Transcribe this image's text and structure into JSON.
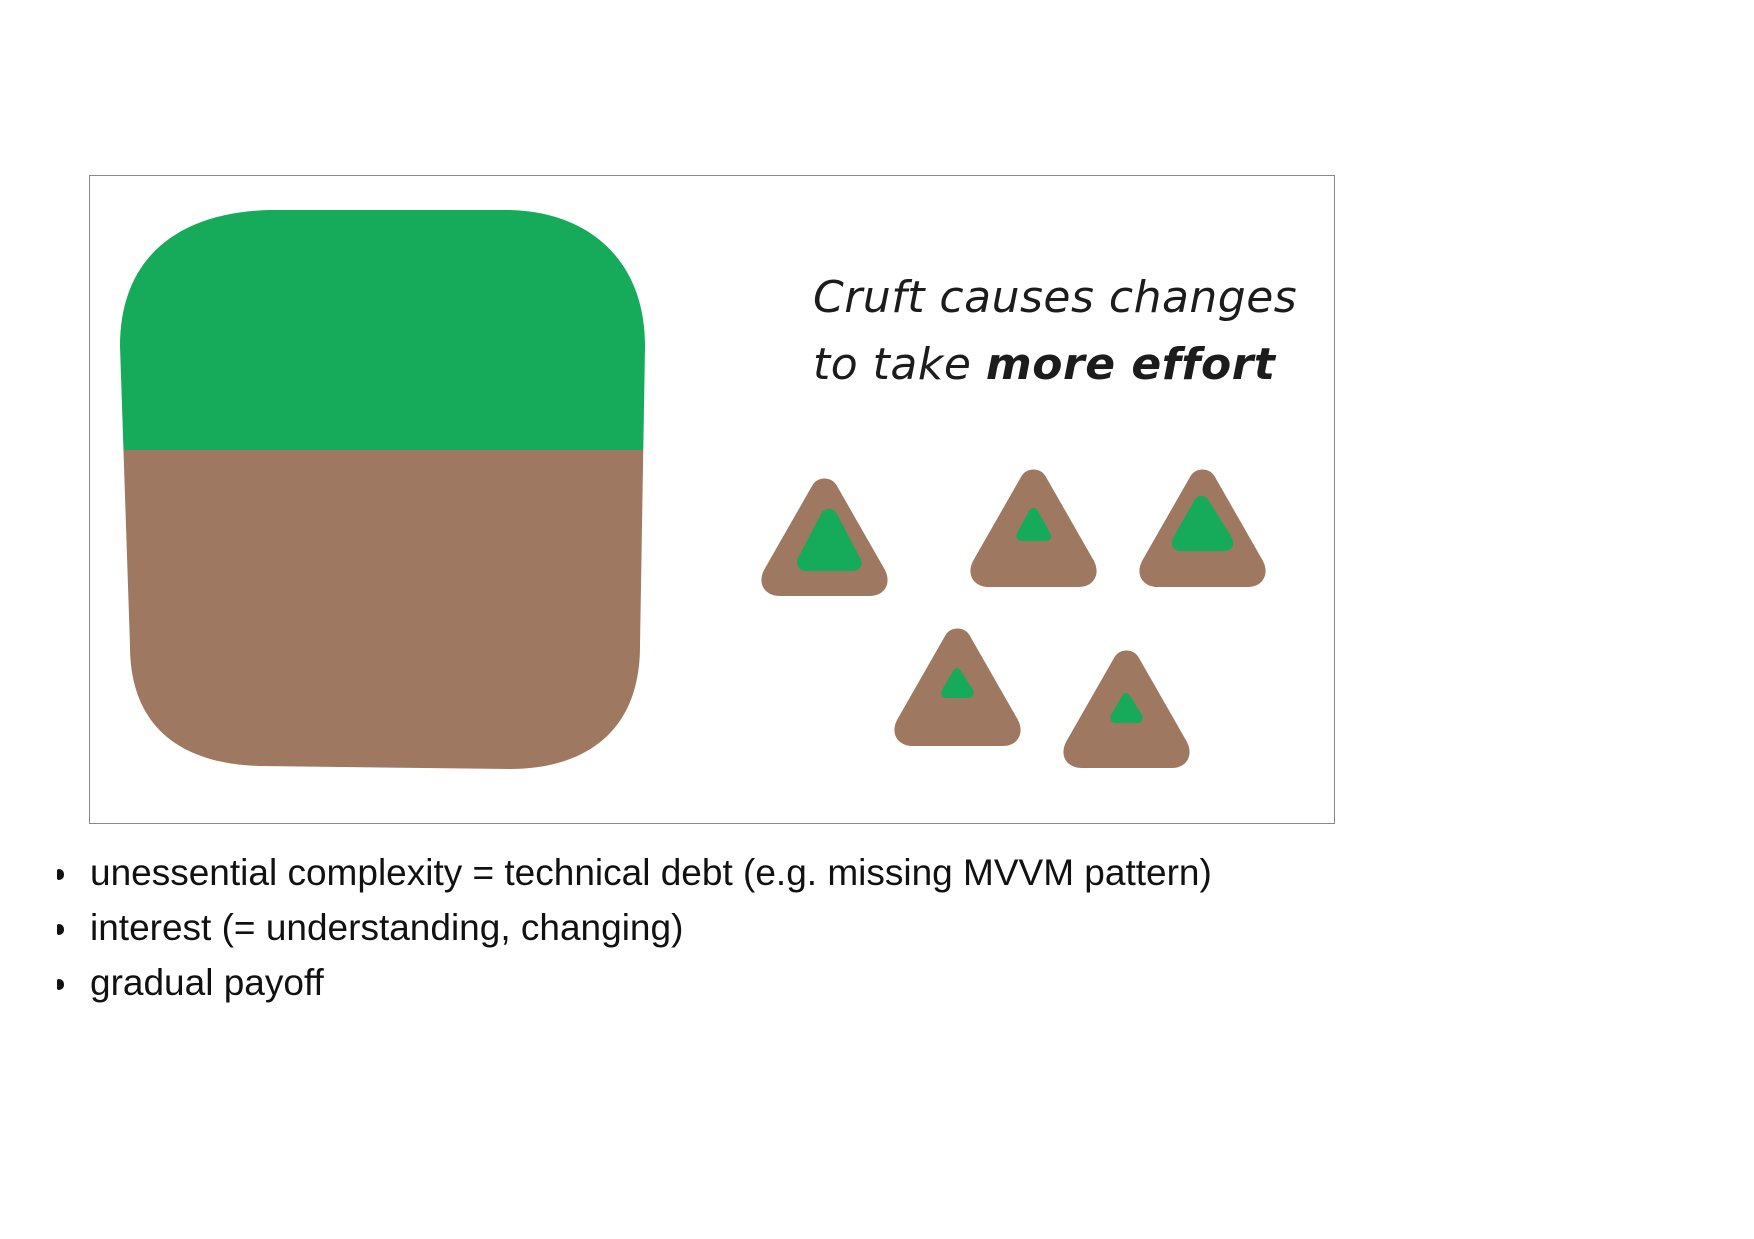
{
  "figure": {
    "caption_line1": "Cruft causes changes",
    "caption_line2_prefix": "to take ",
    "caption_line2_emphasis": "more effort",
    "colors": {
      "green": "#15AB5A",
      "brown": "#9E7860",
      "frame": "#8A8A8A"
    },
    "shapes": {
      "large_block": "rounded-square-green-top-brown-bottom",
      "small_blocks": "triangle-brown-with-green-core",
      "small_block_count": 5
    }
  },
  "bullets": [
    "unessential complexity = technical debt (e.g. missing MVVM pattern)",
    "interest (= understanding, changing)",
    "gradual payoff"
  ]
}
